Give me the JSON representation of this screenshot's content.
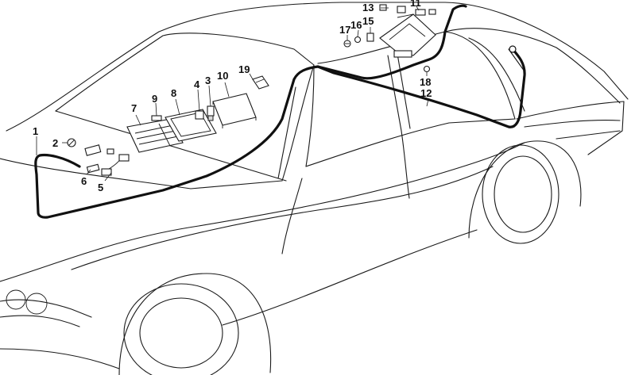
{
  "diagram": {
    "callouts": [
      {
        "id": "c1",
        "text": "1"
      },
      {
        "id": "c2",
        "text": "2"
      },
      {
        "id": "c3",
        "text": "3"
      },
      {
        "id": "c4",
        "text": "4"
      },
      {
        "id": "c5",
        "text": "5"
      },
      {
        "id": "c6",
        "text": "6"
      },
      {
        "id": "c7",
        "text": "7"
      },
      {
        "id": "c8",
        "text": "8"
      },
      {
        "id": "c9",
        "text": "9"
      },
      {
        "id": "c10",
        "text": "10"
      },
      {
        "id": "c11",
        "text": "11"
      },
      {
        "id": "c12",
        "text": "12"
      },
      {
        "id": "c13",
        "text": "13"
      },
      {
        "id": "c15",
        "text": "15"
      },
      {
        "id": "c16",
        "text": "16"
      },
      {
        "id": "c17",
        "text": "17"
      },
      {
        "id": "c18",
        "text": "18"
      },
      {
        "id": "c19",
        "text": "19"
      }
    ]
  }
}
